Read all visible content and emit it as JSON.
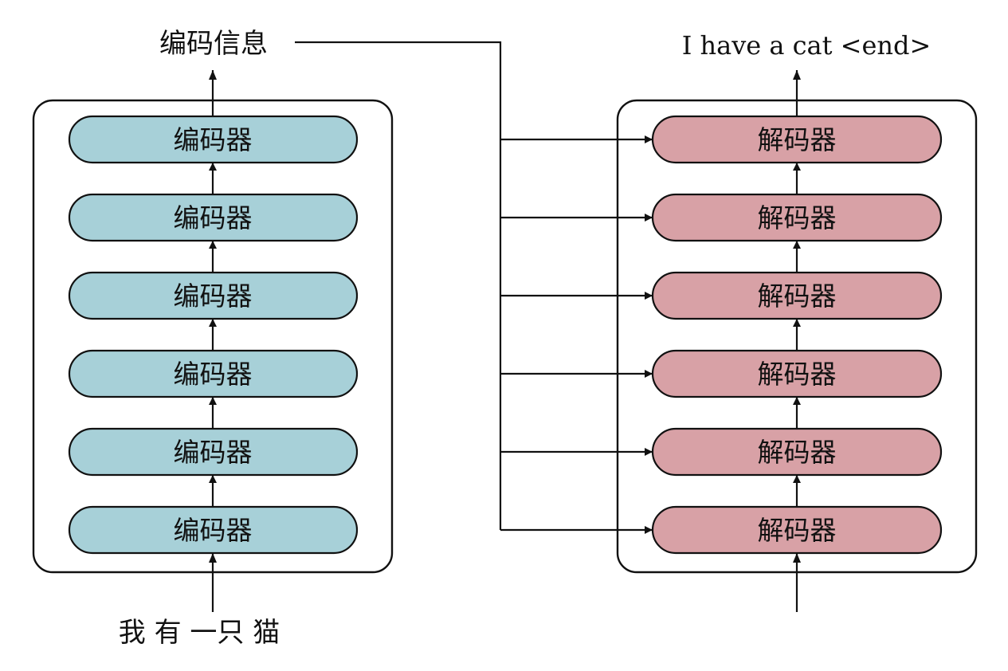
{
  "diagram": {
    "type": "encoder-decoder",
    "encoder_output_label": "编码信息",
    "decoder_output_label": "I have a cat <end>",
    "encoder_input_label": "我 有 一只 猫",
    "encoder_stack": {
      "layer_label": "编码器",
      "layer_count": 6,
      "fill_color": "#a7d0d8"
    },
    "decoder_stack": {
      "layer_label": "解码器",
      "layer_count": 6,
      "fill_color": "#d8a1a6"
    },
    "edges": [
      {
        "from": "encoder-stack",
        "to": "encoder-output-label"
      },
      {
        "from": "encoder-input-label",
        "to": "encoder-stack"
      },
      {
        "from": "encoder-output-label",
        "to": "decoder-layer-1"
      },
      {
        "from": "encoder-output-label",
        "to": "decoder-layer-2"
      },
      {
        "from": "encoder-output-label",
        "to": "decoder-layer-3"
      },
      {
        "from": "encoder-output-label",
        "to": "decoder-layer-4"
      },
      {
        "from": "encoder-output-label",
        "to": "decoder-layer-5"
      },
      {
        "from": "encoder-output-label",
        "to": "decoder-layer-6"
      },
      {
        "from": "decoder-input",
        "to": "decoder-stack"
      },
      {
        "from": "decoder-stack",
        "to": "decoder-output-label"
      }
    ]
  }
}
